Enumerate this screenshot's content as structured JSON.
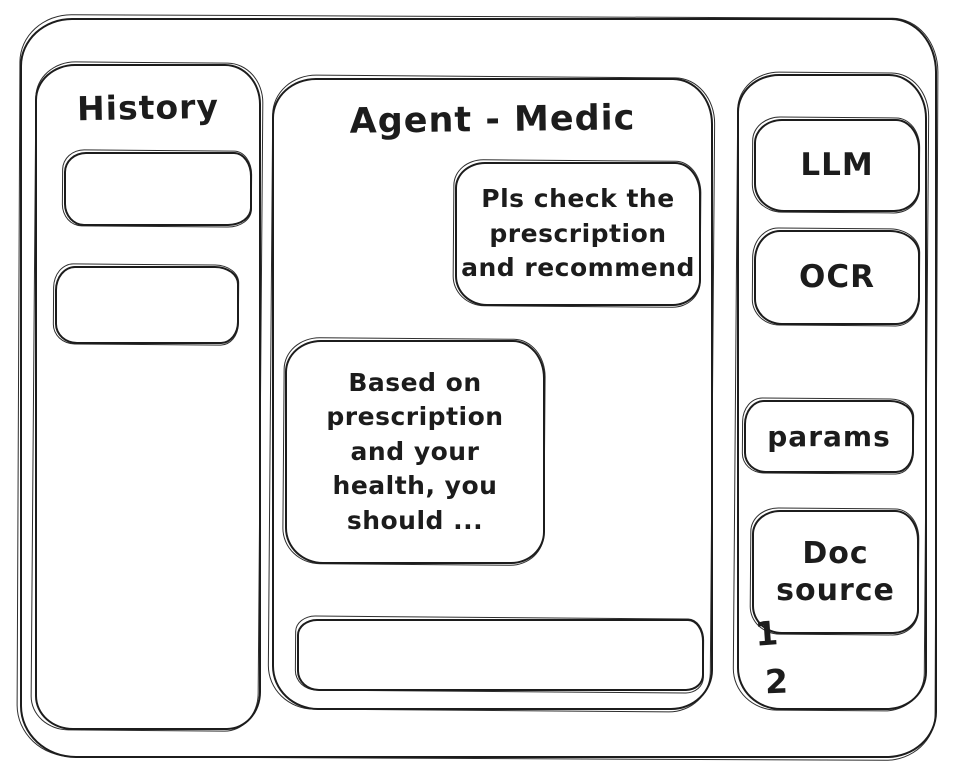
{
  "history_panel": {
    "title": "History",
    "items": [
      {
        "label": ""
      },
      {
        "label": ""
      }
    ]
  },
  "chat_panel": {
    "title": "Agent - Medic",
    "messages": [
      {
        "role": "user",
        "text": "Pls check the\nprescription\nand recommend"
      },
      {
        "role": "assistant",
        "text": "Based on\nprescription\nand your\nhealth, you\nshould ..."
      }
    ],
    "input": {
      "value": "",
      "placeholder": ""
    }
  },
  "tools_panel": {
    "buttons": [
      {
        "label": "LLM"
      },
      {
        "label": "OCR"
      },
      {
        "label": "params"
      },
      {
        "label": "Doc\nsource"
      }
    ],
    "doc_sources": [
      "1",
      "2"
    ]
  },
  "colors": {
    "ink": "#1c1c1c",
    "background": "#ffffff"
  }
}
